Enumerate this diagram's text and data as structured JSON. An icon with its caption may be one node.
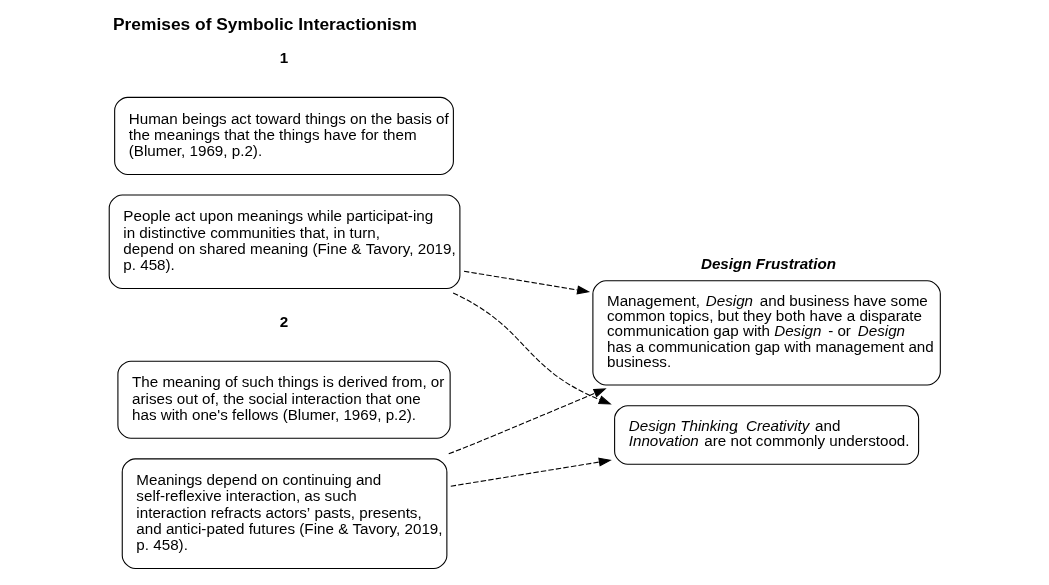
{
  "diagram": {
    "title": "Premises of Symbolic Interactionism",
    "nodes": [
      {
        "text": [
          "Human beings act toward things on the basis of the meanings that the things have for them (Blumer, 1969, p.2)."
        ]
      },
      {
        "text": [
          "People act upon meanings while participat-ing in distinctive communities that, in turn, depend on shared meaning (Fine & Tavory, 2019, p. 458)."
        ]
      },
      {
        "text": [
          "The meaning of such things is derived from, or arises out of, the social interaction that one has with one's fellows (Blumer, 1969, p.2)."
        ]
      },
      {
        "text": [
          "Meanings depend on continuing and self-reflexive interaction, as such interaction refracts actors’ pasts, presents, and antici-pated futures (Fine & Tavory, 2019, p. 458)."
        ]
      },
      {
        "text": [
          "Design Frustration",
          "Management, *Design* and business have some common topics, but they both have a disparate communication gap with *Design* - or *Design* has a communication gap with management and business."
        ]
      },
      {
        "text": [
          "*Design Thinking*, *Creativity* and *Innovation* are not commonly understood."
        ]
      }
    ],
    "edges": [
      {
        "from": 1,
        "to": 4,
        "arrow": "to",
        "style": "dashed"
      },
      {
        "from": 1,
        "to": 5,
        "arrow": "to",
        "style": "dashed"
      },
      {
        "from": 3,
        "to": 4,
        "arrow": "to",
        "style": "dashed"
      },
      {
        "from": 3,
        "to": 5,
        "arrow": "to",
        "style": "dashed"
      }
    ],
    "labels": [
      "1",
      "2"
    ]
  }
}
